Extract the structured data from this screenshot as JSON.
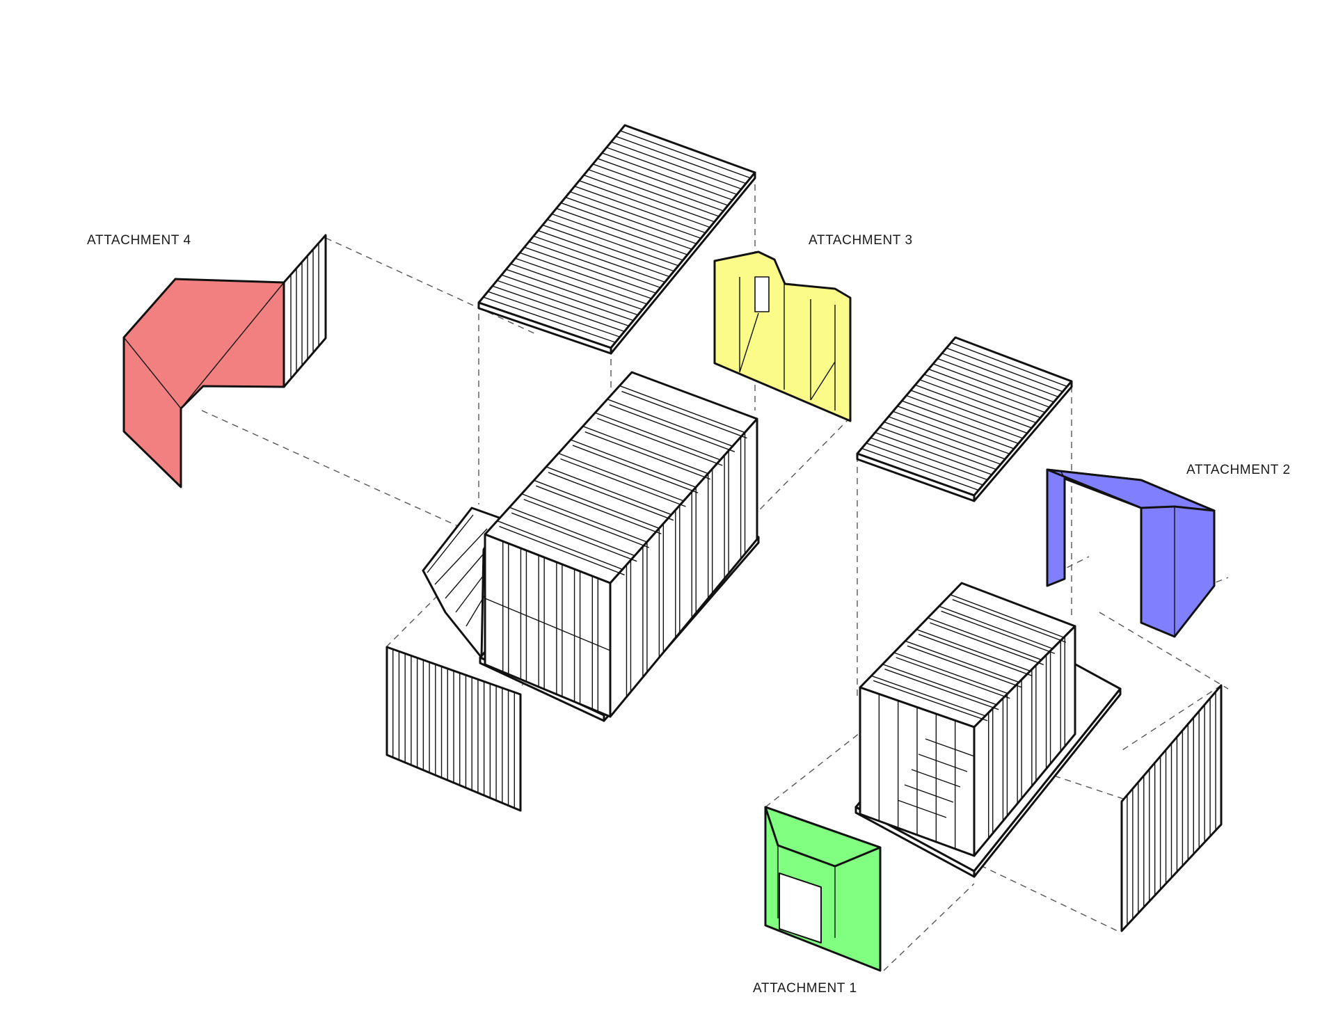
{
  "diagram": {
    "labels": {
      "attachment_4": "ATTACHMENT 4",
      "attachment_3": "ATTACHMENT 3",
      "attachment_2": "ATTACHMENT 2",
      "attachment_1": "ATTACHMENT 1"
    },
    "colors": {
      "attachment_4_fill": "#f38080",
      "attachment_3_fill": "#fbfb8a",
      "attachment_2_fill": "#8080ff",
      "attachment_1_fill": "#80ff80",
      "line": "#111111",
      "guide_dash": "#555555"
    }
  }
}
